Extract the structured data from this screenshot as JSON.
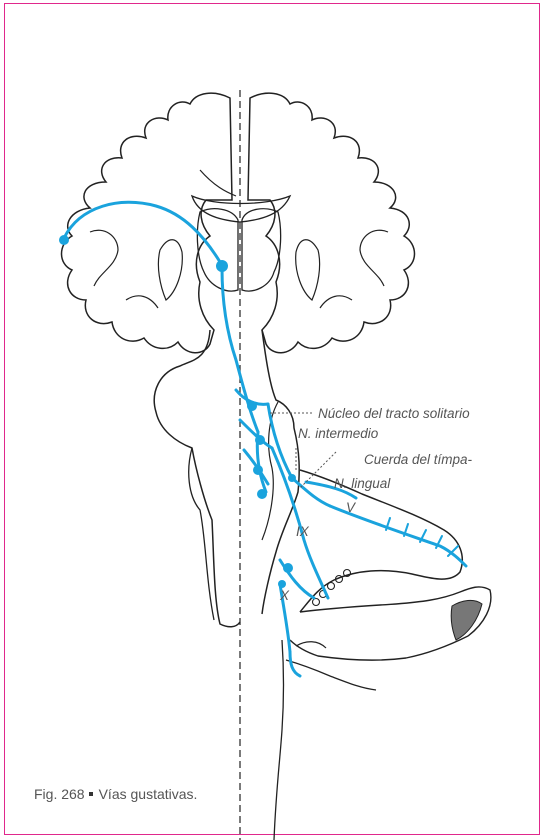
{
  "figure": {
    "labels": {
      "nucleo": "Núcleo del tracto solitario",
      "intermedio": "N. intermedio",
      "cuerda": "Cuerda del tímpa-",
      "lingual": "N. lingual",
      "v": "V",
      "ix": "IX",
      "x": "X"
    },
    "colors": {
      "pathway": "#1aa3dd",
      "outline": "#222222",
      "frame": "#e0288c"
    }
  },
  "caption": {
    "number": "Fig. 268",
    "text": "Vías gustativas."
  }
}
